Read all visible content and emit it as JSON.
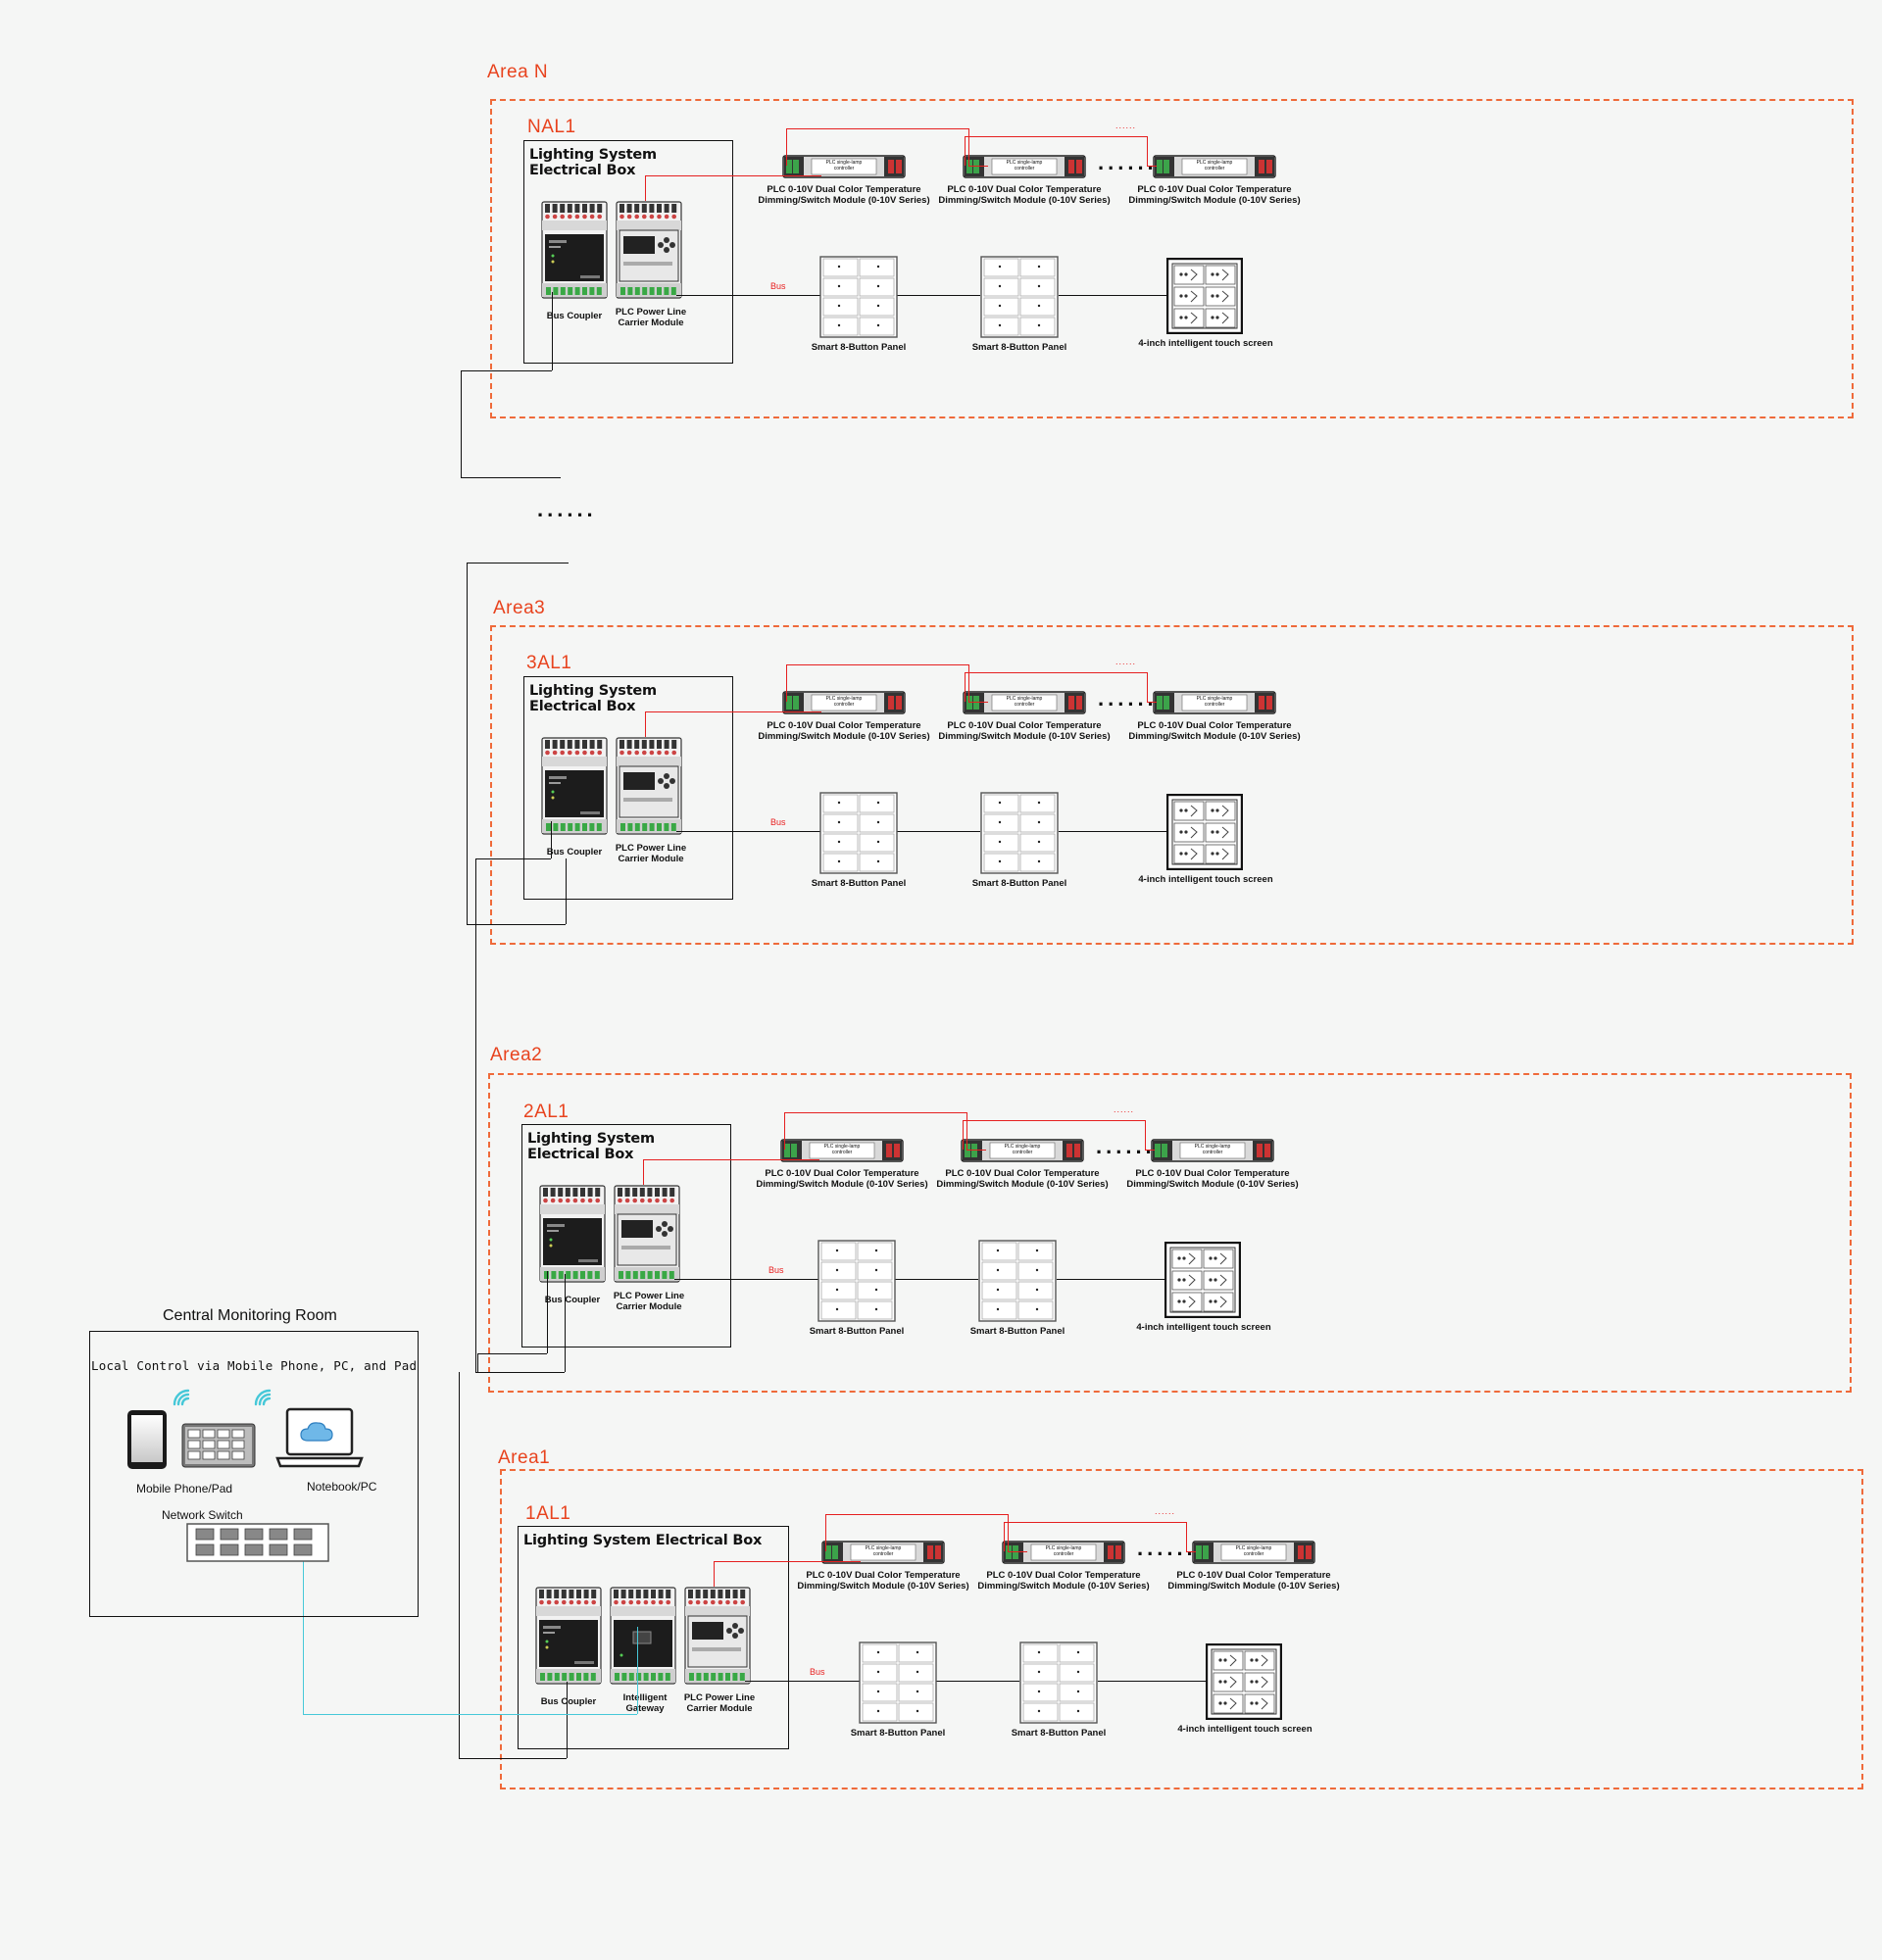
{
  "areas": [
    {
      "id": "n",
      "area_label": "Area N",
      "box_id": "NAL1",
      "box_title": "Lighting System Electrical Box"
    },
    {
      "id": "3",
      "area_label": "Area3",
      "box_id": "3AL1",
      "box_title": "Lighting System Electrical Box"
    },
    {
      "id": "2",
      "area_label": "Area2",
      "box_id": "2AL1",
      "box_title": "Lighting System Electrical Box"
    },
    {
      "id": "1",
      "area_label": "Area1",
      "box_id": "1AL1",
      "box_title": "Lighting System Electrical Box"
    }
  ],
  "labels": {
    "bus_coupler": "Bus Coupler",
    "plc_module_l1": "PLC Power Line",
    "plc_module_l2": "Carrier Module",
    "gateway_l1": "Intelligent",
    "gateway_l2": "Gateway",
    "dimming_l1": "PLC 0-10V Dual Color Temperature",
    "dimming_l2": "Dimming/Switch Module (0-10V Series)",
    "module_face_l1": "PLC single-lamp",
    "module_face_l2": "controller",
    "button_panel": "Smart 8-Button Panel",
    "touch_screen": "4-inch intelligent touch screen",
    "bus": "Bus",
    "ellipsis": "......"
  },
  "central": {
    "title": "Central Monitoring Room",
    "subtitle": "Local Control via Mobile Phone, PC, and Pad",
    "mobile_label": "Mobile Phone/Pad",
    "notebook_label": "Notebook/PC",
    "switch_label": "Network Switch"
  },
  "colors": {
    "area": "#ef6a3a",
    "power_wire": "#e52020",
    "bus_wire": "#111111",
    "network_wire": "#46c8d8",
    "cloud": "#6fb8e8"
  },
  "icons": [
    "wifi-icon",
    "tablet-icon",
    "keypad-icon",
    "laptop-icon",
    "cloud-icon",
    "network-switch-icon"
  ]
}
